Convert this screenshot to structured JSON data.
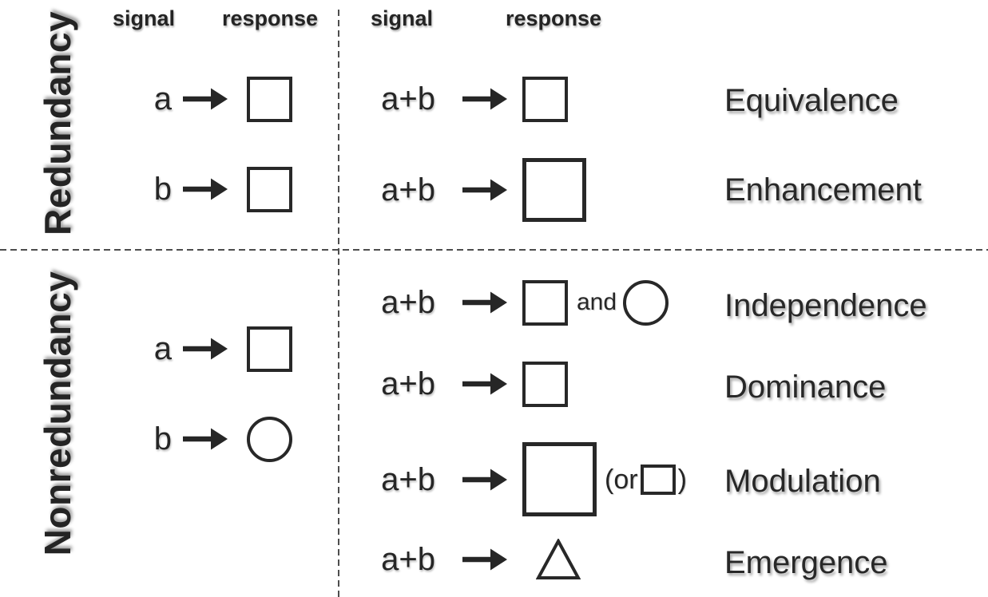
{
  "sections": {
    "redundancy": {
      "label": "Redundancy"
    },
    "nonredundancy": {
      "label": "Nonredundancy"
    }
  },
  "column_headers": {
    "single": {
      "signal": "signal",
      "response": "response"
    },
    "combined": {
      "signal": "signal",
      "response": "response"
    }
  },
  "single_rows": {
    "red_a": {
      "signal": "a",
      "response": "small square"
    },
    "red_b": {
      "signal": "b",
      "response": "small square"
    },
    "nonred_a": {
      "signal": "a",
      "response": "small square"
    },
    "nonred_b": {
      "signal": "b",
      "response": "circle"
    }
  },
  "combined_rows": [
    {
      "signal": "a+b",
      "response": "small square",
      "category": "Equivalence"
    },
    {
      "signal": "a+b",
      "response": "large square",
      "category": "Enhancement"
    },
    {
      "signal": "a+b",
      "response": "small square and circle",
      "connector": "and",
      "category": "Independence"
    },
    {
      "signal": "a+b",
      "response": "small square",
      "category": "Dominance"
    },
    {
      "signal": "a+b",
      "response": "large square (or smaller square)",
      "paren_open": "(or",
      "paren_close": ")",
      "category": "Modulation"
    },
    {
      "signal": "a+b",
      "response": "triangle",
      "category": "Emergence"
    }
  ],
  "colors": {
    "ink": "#262626",
    "divider": "#4d4d4d",
    "background": "#ffffff"
  }
}
